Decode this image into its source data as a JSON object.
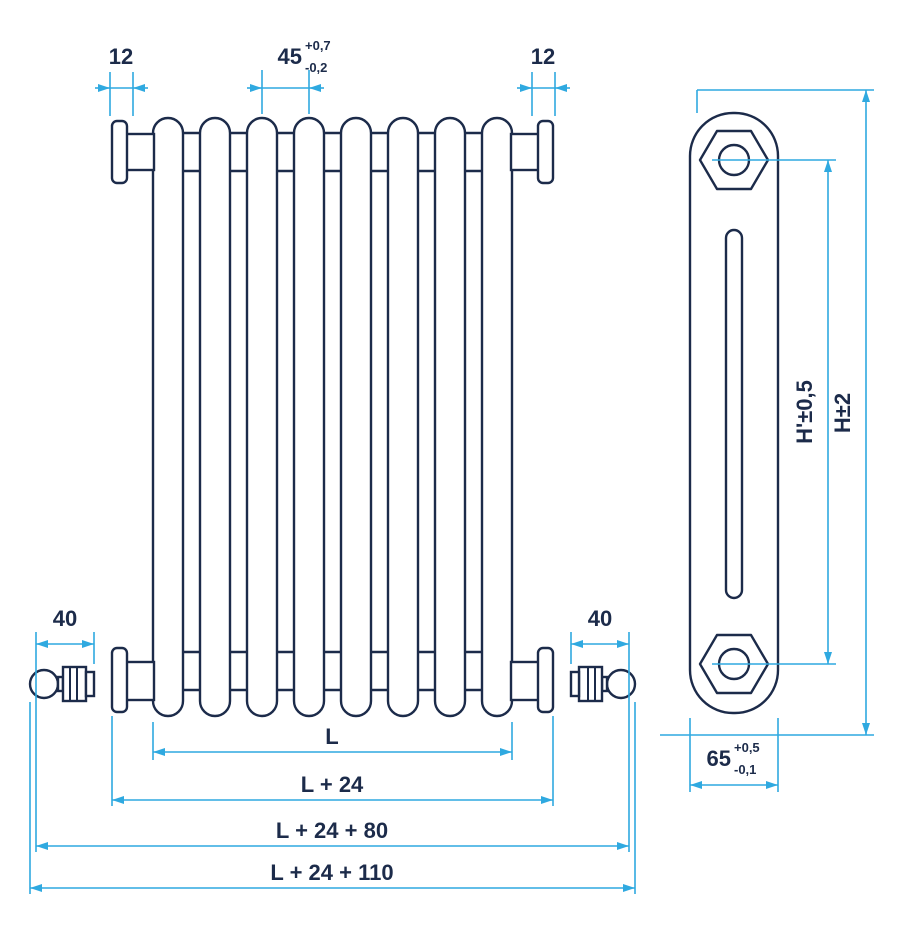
{
  "colors": {
    "outline": "#1c2b4a",
    "dimension": "#2fa9e0",
    "text": "#1c2b4a",
    "background": "#ffffff"
  },
  "labels": {
    "bushing_left": "12",
    "bushing_right": "12",
    "tube_pitch": "45",
    "tube_pitch_tol_plus": "+0,7",
    "tube_pitch_tol_minus": "-0,2",
    "valve_left": "40",
    "valve_right": "40",
    "length": "L",
    "length_plus_bushings": "L + 24",
    "length_plus_valves": "L + 24 + 80",
    "length_overall": "L + 24 + 110",
    "axis_height": "H'±0,5",
    "overall_height": "H±2",
    "depth": "65",
    "depth_tol_plus": "+0,5",
    "depth_tol_minus": "-0,1"
  }
}
